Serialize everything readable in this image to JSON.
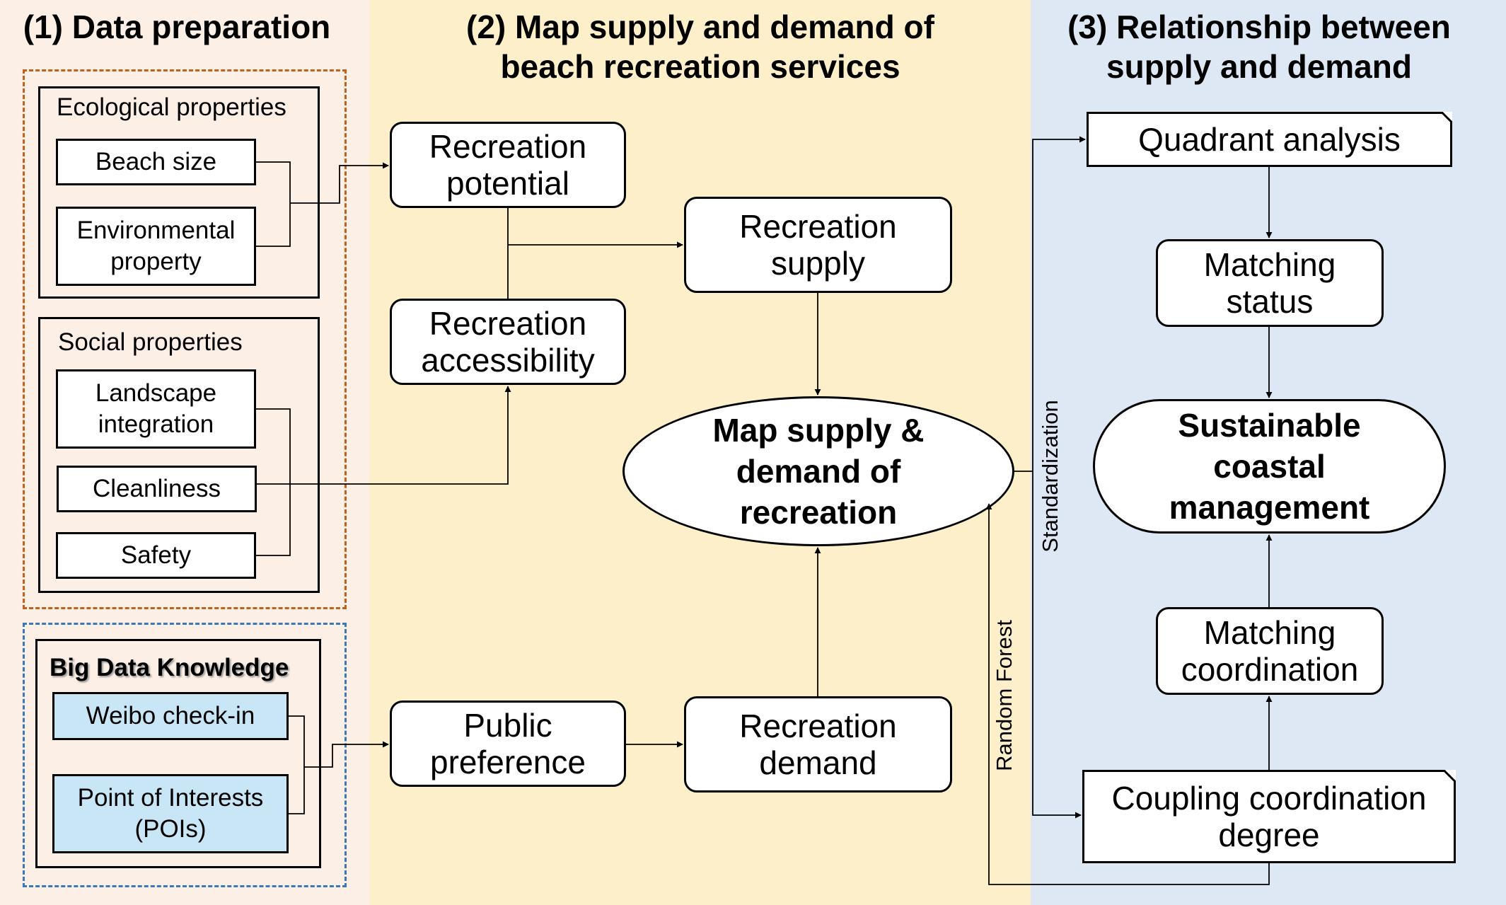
{
  "panels": {
    "data_preparation": "(1) Data preparation",
    "map_supply_demand": "(2) Map supply and demand of beach recreation services",
    "relationship": "(3) Relationship between supply and demand"
  },
  "data_prep": {
    "ecological": {
      "label": "Ecological properties",
      "items": [
        "Beach size",
        "Environmental property"
      ]
    },
    "social": {
      "label": "Social properties",
      "items": [
        "Landscape integration",
        "Cleanliness",
        "Safety"
      ]
    },
    "big_data": {
      "label": "Big Data Knowledge",
      "items": [
        "Weibo check-in",
        "Point of Interests (POIs)"
      ]
    }
  },
  "mapping": {
    "recreation_potential": "Recreation potential",
    "recreation_accessibility": "Recreation accessibility",
    "recreation_supply": "Recreation supply",
    "public_preference": "Public preference",
    "recreation_demand": "Recreation demand",
    "map_center": "Map supply & demand of recreation"
  },
  "relationship": {
    "quadrant": "Quadrant analysis",
    "matching_status": "Matching status",
    "sustainable": "Sustainable coastal management",
    "matching_coordination": "Matching coordination",
    "coupling": "Coupling coordination degree"
  },
  "edge_labels": {
    "standardization": "Standardization",
    "random_forest": "Random Forest"
  },
  "colors": {
    "panel1_bg": "#fcefe6",
    "panel2_bg": "#fdefc9",
    "panel3_bg": "#dde8f4",
    "orange_dash": "#c0611e",
    "blue_dash": "#3a78b8",
    "bigdata_box": "#c9e6f7"
  }
}
